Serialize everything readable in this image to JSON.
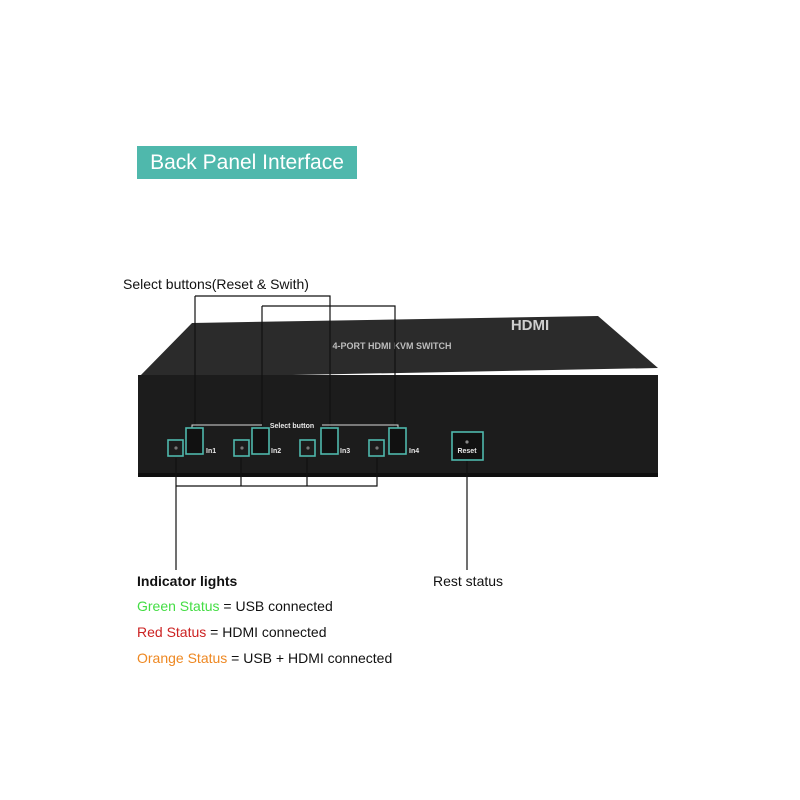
{
  "title": "Back Panel Interface",
  "labels": {
    "select_buttons": "Select buttons(Reset & Swith)",
    "rest_status": "Rest status",
    "indicator_lights": "Indicator lights"
  },
  "device": {
    "brand_logo": "HDMI",
    "model_text": "4-PORT HDMI KVM SWITCH",
    "select_button_label": "Select button",
    "ports": [
      "In1",
      "In2",
      "In3",
      "In4"
    ],
    "reset_label": "Reset"
  },
  "legend": [
    {
      "status": "Green Status",
      "meaning": " = USB connected",
      "color": "#44dd44"
    },
    {
      "status": "Red Status",
      "meaning": " = HDMI connected",
      "color": "#cc2222"
    },
    {
      "status": "Orange Status",
      "meaning": " = USB + HDMI connected",
      "color": "#ee8822"
    }
  ],
  "colors": {
    "accent": "#4fb8ac",
    "device_body": "#1c1c1c"
  }
}
